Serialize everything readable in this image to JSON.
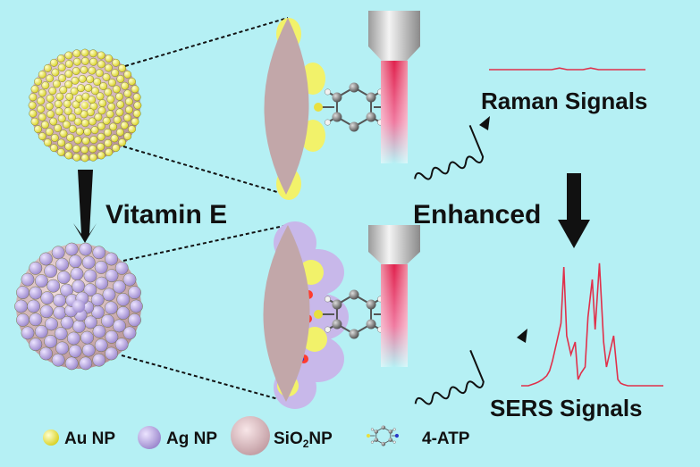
{
  "colors": {
    "background": "#b5f0f4",
    "au_np": "#f2f26a",
    "ag_np": "#c8b8ea",
    "sio2_np": "#e2c2c6",
    "lens": "#c2a7a9",
    "laser": "#e8305a",
    "spectrum": "#e0304a"
  },
  "labels": {
    "vitamin": "Vitamin E",
    "enhanced": "Enhanced",
    "raman": "Raman Signals",
    "sers": "SERS Signals"
  },
  "legend": {
    "au": "Au NP",
    "ag": "Ag NP",
    "sio2_prefix": "SiO",
    "sio2_sub": "2",
    "sio2_suffix": "NP",
    "atp": "4-ATP"
  },
  "spectra": {
    "raman": {
      "x": [
        0,
        5,
        10,
        15,
        20,
        25,
        30,
        35,
        40,
        45,
        50,
        55,
        60,
        65,
        70,
        75,
        80,
        85,
        90,
        95,
        100
      ],
      "y": [
        0,
        0,
        0,
        0,
        0,
        0,
        0,
        0,
        0,
        0.3,
        0,
        0,
        0,
        0.3,
        0,
        0,
        0,
        0,
        0,
        0,
        0
      ]
    },
    "sers": {
      "x": [
        0,
        5,
        10,
        12,
        15,
        18,
        20,
        22,
        25,
        28,
        30,
        32,
        35,
        38,
        40,
        42,
        45,
        47,
        50,
        52,
        55,
        58,
        60,
        62,
        65,
        68,
        70,
        72,
        75,
        78,
        80,
        85,
        90,
        95,
        100
      ],
      "y": [
        0,
        0,
        0.02,
        0.03,
        0.05,
        0.08,
        0.12,
        0.2,
        0.35,
        0.5,
        0.95,
        0.4,
        0.25,
        0.35,
        0.05,
        0.1,
        0.15,
        0.55,
        0.85,
        0.45,
        0.98,
        0.35,
        0.15,
        0.25,
        0.4,
        0.05,
        0.02,
        0.01,
        0,
        0,
        0,
        0,
        0,
        0,
        0
      ]
    }
  }
}
